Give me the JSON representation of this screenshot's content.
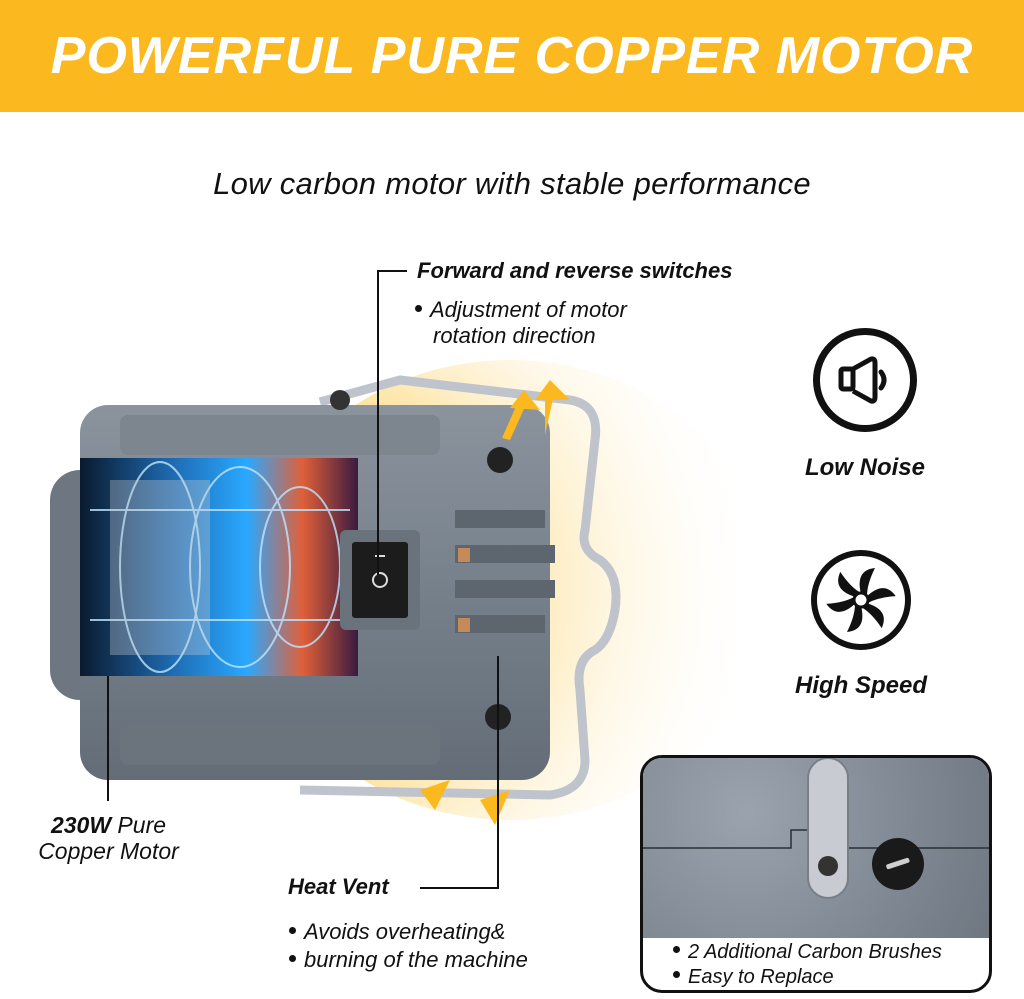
{
  "banner": {
    "title": "POWERFUL PURE COPPER MOTOR",
    "bg_color": "#fbb91f",
    "text_color": "#ffffff"
  },
  "subtitle": "Low carbon motor with stable performance",
  "callouts": {
    "switch": {
      "title": "Forward and reverse switches",
      "body_line1": "Adjustment of motor",
      "body_line2": "rotation direction"
    },
    "motor": {
      "bold": "230W",
      "line1_rest": " Pure",
      "line2": "Copper Motor"
    },
    "vent": {
      "title": "Heat Vent",
      "bullets": [
        "Avoids overheating&",
        "burning of the machine"
      ]
    }
  },
  "features": [
    {
      "icon": "speaker-icon",
      "label": "Low Noise"
    },
    {
      "icon": "fan-icon",
      "label": "High Speed"
    }
  ],
  "inset": {
    "bullets": [
      "2 Additional Carbon Brushes",
      "Easy to Replace"
    ]
  },
  "colors": {
    "accent_yellow": "#fbb91f",
    "motor_gray": "#7d858f",
    "glow_blue": "#2aa8ff",
    "copper": "#e0603a"
  }
}
